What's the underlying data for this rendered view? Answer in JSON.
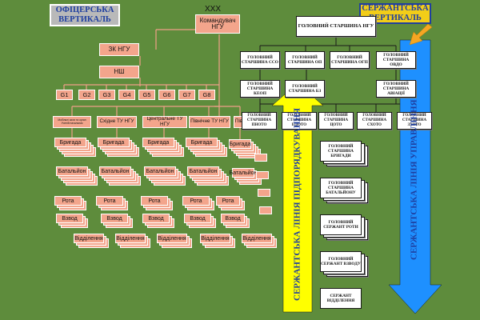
{
  "titles": {
    "officer": "ОФІЦЕРСЬКА ВЕРТИКАЛЬ",
    "sergeant": "СЕРЖАНТСЬКА ВЕРТИКАЛЬ"
  },
  "officer": {
    "xxx": "XXX",
    "commander": "Командувач НГУ",
    "deputy": "ЗК НГУ",
    "staff": "НШ",
    "g_sections": [
      "G1",
      "G2",
      "G3",
      "G4",
      "G5",
      "G6",
      "G7",
      "G8"
    ],
    "commands": [
      "Мобільні сили та орган Ученій начальник",
      "Східне ТУ НГУ",
      "Центральне ТУ НГУ",
      "Північне ТУ НГУ",
      "Південне ТУ НГУ"
    ],
    "brigade": "Бригада",
    "battalion": "Батальйон",
    "company": "Рота",
    "platoon": "Взвод",
    "squad": "Відділення"
  },
  "sergeant": {
    "chief": "ГОЛОВНИЙ СТАРШИНА НГУ",
    "row1": [
      "ГОЛОВНИЙ СТАРШИНА ССО",
      "ГОЛОВНИЙ СТАРШИНА ОП",
      "ГОЛОВНИЙ СТАРШИНА ОГП",
      "ГОЛОВНИЙ СТАРШИНА ОВДО"
    ],
    "row2": [
      "ГОЛОВНИЙ СТАРШИНА КЕОП",
      "ГОЛОВНИЙ СТАРШИНА БЗ",
      "ГОЛОВНИЙ СТАРШИНА АВІАЦІЇ"
    ],
    "row3": [
      "ГОЛОВНИЙ СТАРШИНА ПнОТО",
      "ГОЛОВНИЙ СТАРШИНА ПдОТО",
      "ГОЛОВНИЙ СТАРШИНА ЦОТО",
      "ГОЛОВНИЙ СТАРШИНА СхОТО",
      "ГОЛОВНИЙ СТАРШИНА ЗхОТО"
    ],
    "chain": [
      "ГОЛОВНИЙ СТАРШИНА БРИГАДИ",
      "ГОЛОВНИЙ СТАРШИНА БАТАЛЬЙОНУ",
      "ГОЛОВНИЙ СЕРЖАНТ РОТИ",
      "ГОЛОВНИЙ СЕРЖАНТ ВЗВОДУ",
      "СЕРЖАНТ ВІДДІЛЕННЯ"
    ],
    "subordination": "СЕРЖАНТСЬКА ЛІНІЯ ПІДПОРЯДКУВАННЯ",
    "management": "СЕРЖАНТСЬКА ЛІНІЯ УПРАВЛІННЯ"
  },
  "colors": {
    "background": "#5e8c3c",
    "officer_box": "#f3a58c",
    "wire": "#f0a089",
    "yellow_arrow": "#ffff00",
    "blue_arrow": "#1e90ff",
    "sergeant_title": "#f2cd18"
  }
}
